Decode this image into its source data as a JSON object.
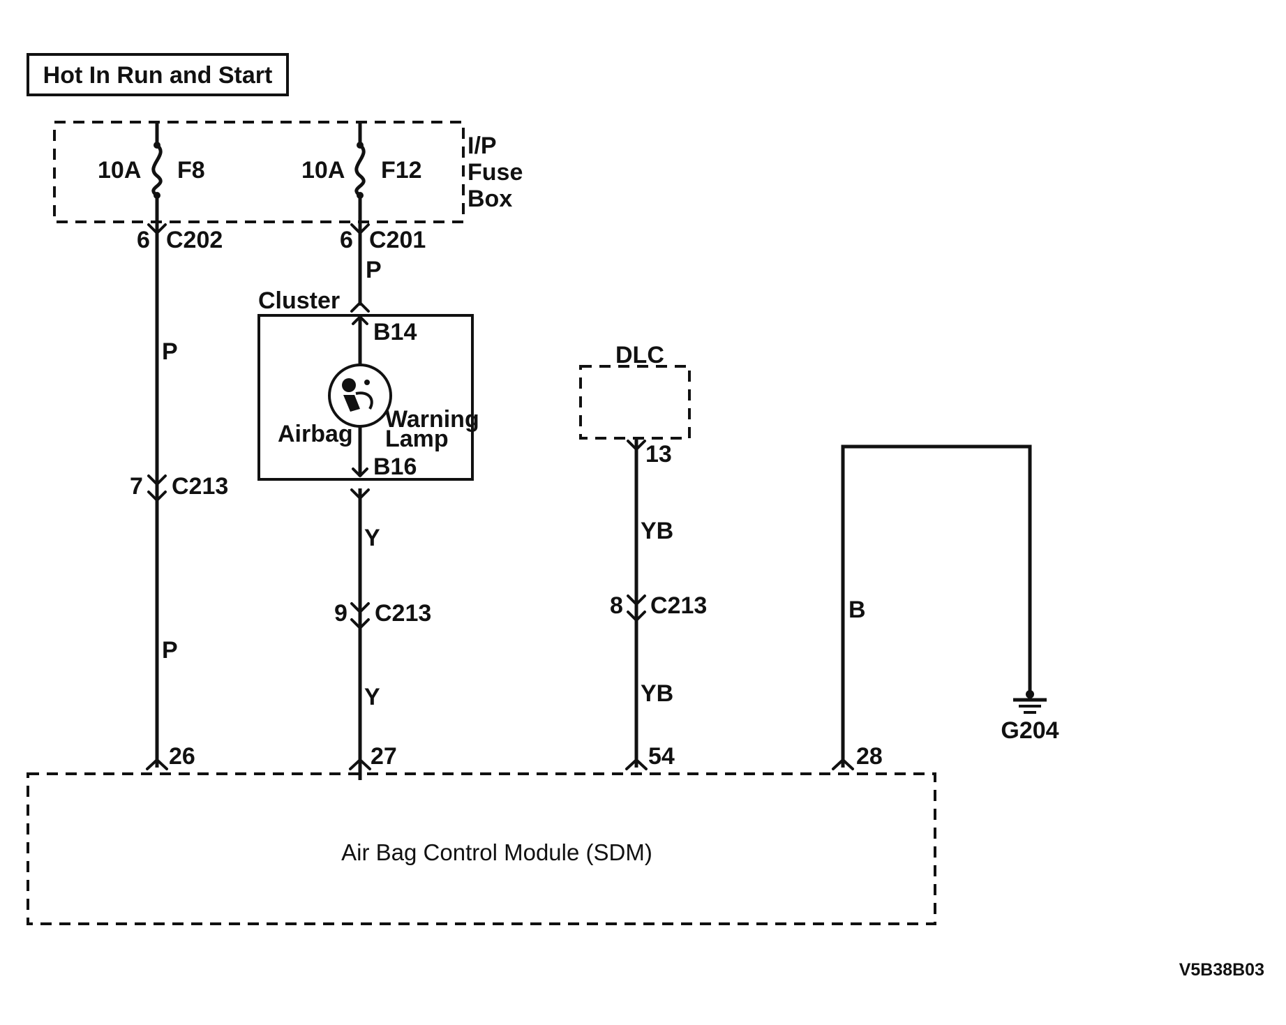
{
  "header": {
    "power_label": "Hot In Run and Start"
  },
  "fuse_box": {
    "label_lines": [
      "I/P",
      "Fuse",
      "Box"
    ],
    "fuses": [
      {
        "rating": "10A",
        "name": "F8"
      },
      {
        "rating": "10A",
        "name": "F12"
      }
    ]
  },
  "connectors": {
    "c202": {
      "pin": "6",
      "name": "C202"
    },
    "c201": {
      "pin": "6",
      "name": "C201"
    },
    "c213_p": {
      "pin": "7",
      "name": "C213"
    },
    "c213_y": {
      "pin": "9",
      "name": "C213"
    },
    "c213_yb": {
      "pin": "8",
      "name": "C213"
    }
  },
  "cluster": {
    "title": "Cluster",
    "pin_top": "B14",
    "pin_bottom": "B16",
    "lamp_label_left": "Airbag",
    "lamp_label_right_lines": [
      "Warning",
      "Lamp"
    ]
  },
  "dlc": {
    "title": "DLC",
    "pin": "13"
  },
  "wires": {
    "p_upper": "P",
    "p_lower": "P",
    "p_f12": "P",
    "y_upper": "Y",
    "y_lower": "Y",
    "yb_upper": "YB",
    "yb_lower": "YB",
    "b_ground": "B"
  },
  "sdm": {
    "label": "Air Bag Control Module (SDM)",
    "pins": [
      "26",
      "27",
      "54",
      "28"
    ]
  },
  "ground": {
    "name": "G204"
  },
  "figure_id": "V5B38B03"
}
